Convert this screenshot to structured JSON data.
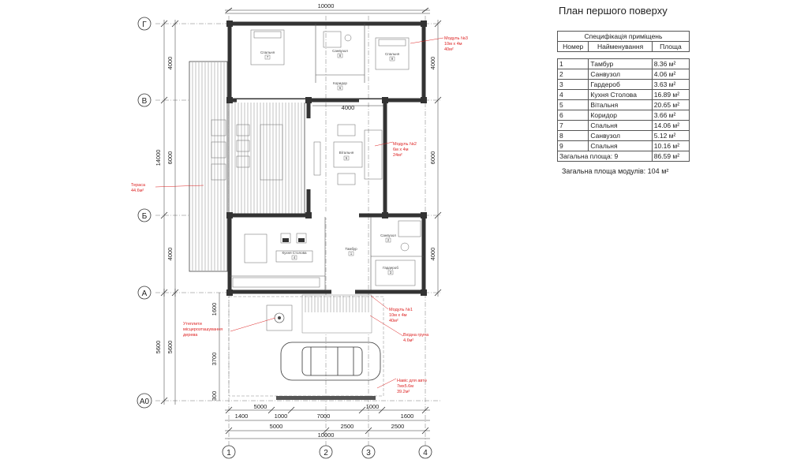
{
  "spec": {
    "title": "План першого поверху",
    "table_caption": "Специфікація приміщень",
    "headers": [
      "Номер",
      "Найменування",
      "Площа"
    ],
    "rows": [
      [
        "1",
        "Тамбур",
        "8.36 м²"
      ],
      [
        "2",
        "Санвузол",
        "4.06 м²"
      ],
      [
        "3",
        "Гардероб",
        "3.63 м²"
      ],
      [
        "4",
        "Кухня Столова",
        "16.89 м²"
      ],
      [
        "5",
        "Вітальня",
        "20.65 м²"
      ],
      [
        "6",
        "Коридор",
        "3.66 м²"
      ],
      [
        "7",
        "Спальня",
        "14.06 м²"
      ],
      [
        "8",
        "Санвузол",
        "5.12 м²"
      ],
      [
        "9",
        "Спальня",
        "10.16 м²"
      ]
    ],
    "total_label": "Загальна площа: 9",
    "total_value": "86.59 м²",
    "modules_total": "Загальна площа модулів: 104 м²"
  },
  "axes": {
    "rows": [
      "Г",
      "В",
      "Б",
      "А",
      "А0"
    ],
    "cols": [
      "1",
      "2",
      "3",
      "4"
    ]
  },
  "dims": {
    "top": "10000",
    "mid_top": "4000",
    "left_total": "14000",
    "left_a": "4000",
    "left_b": "6000",
    "left_c": "4000",
    "left_outer": "5600",
    "left_inner_1": "1600",
    "left_inner_2": "3700",
    "left_inner_3": "300",
    "right_a": "4000",
    "right_b": "6000",
    "right_c": "4000",
    "bottom_r1": [
      "1400",
      "1000",
      "7000",
      "1000",
      "1600"
    ],
    "bottom_r1b": "5000",
    "bottom_r2": [
      "5000",
      "2500",
      "2500"
    ],
    "bottom_total": "10000"
  },
  "rooms": {
    "r1": "Тамбур",
    "r2": "Санвузол",
    "r3": "Гардероб",
    "r4": "Кухня Столова",
    "r5": "Вітальня",
    "r6": "Коридор",
    "r7": "Спальня",
    "r8": "Санвузол",
    "r9": "Спальня",
    "n1": "1",
    "n2": "2",
    "n3": "3",
    "n4": "4",
    "n5": "5",
    "n6": "6",
    "n7": "7",
    "n8": "8",
    "n9": "9"
  },
  "notes": {
    "module3": [
      "Модуль №3",
      "10м х 4м",
      "40м²"
    ],
    "module2": [
      "Модуль №2",
      "6м х 4м",
      "24м²"
    ],
    "module1": [
      "Модуль №1",
      "10м х 4м",
      "40м²"
    ],
    "terrace": [
      "Тераса",
      "44.6м²"
    ],
    "tree": [
      "Утеплити",
      "місцерозташування",
      "дерева"
    ],
    "entry": [
      "Вхідна група",
      "4.6м²"
    ],
    "carport": [
      "Навіс для авто",
      "7мх5.6м",
      "39.2м²"
    ]
  }
}
